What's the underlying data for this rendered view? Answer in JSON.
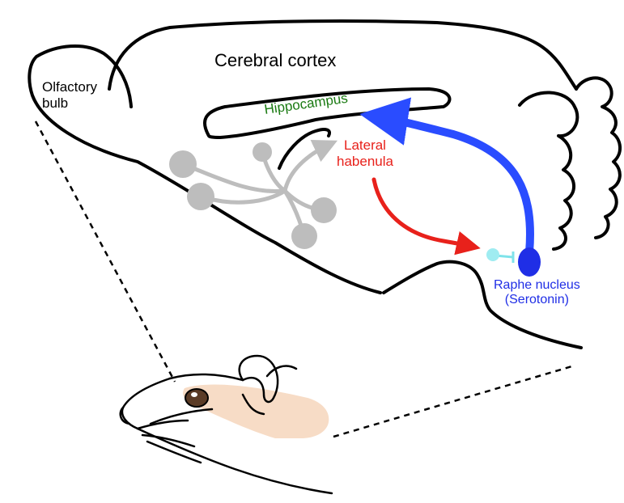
{
  "labels": {
    "olfactory_line1": "Olfactory",
    "olfactory_line2": "bulb",
    "cortex": "Cerebral cortex",
    "hippocampus": "Hippocampus",
    "habenula_line1": "Lateral",
    "habenula_line2": "habenula",
    "raphe_line1": "Raphe nucleus",
    "raphe_line2": "(Serotonin)"
  },
  "colors": {
    "outline": "#000000",
    "hippocampus_text": "#1a7a12",
    "habenula": "#e8211b",
    "raphe": "#1f2ee6",
    "serotonin_projection": "#2a4cff",
    "neurons": "#bdbdbd",
    "synapse": "#7fe3ea",
    "rat_brain": "#f7dcc6"
  }
}
